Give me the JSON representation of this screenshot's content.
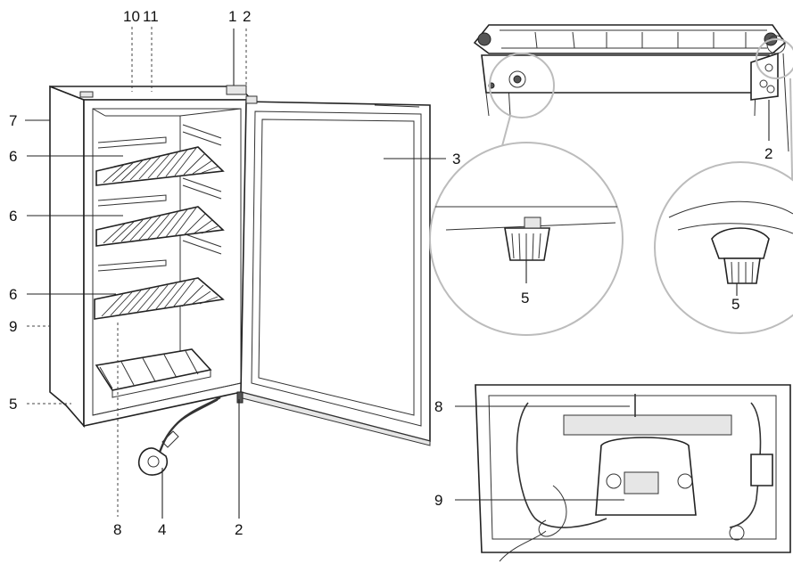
{
  "callouts": {
    "top_left_a": "10",
    "top_left_b": "11",
    "top_mid_a": "1",
    "top_mid_b": "2",
    "side_7": "7",
    "shelf_top": "6",
    "shelf_mid": "6",
    "shelf_low": "6",
    "side_9": "9",
    "side_5": "5",
    "bottom_8": "8",
    "bottom_4": "4",
    "bottom_2": "2",
    "door_3": "3",
    "top_right_2": "2",
    "circle_left_5": "5",
    "circle_right_5": "5",
    "back_8": "8",
    "back_9": "9"
  }
}
